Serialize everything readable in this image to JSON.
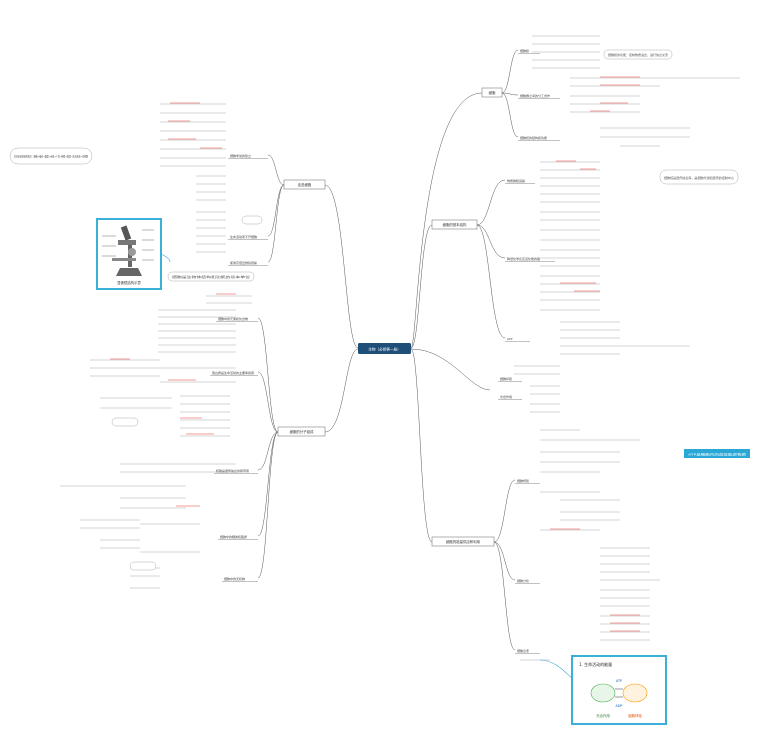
{
  "root": {
    "label": "生物（必修第一册）"
  },
  "branches": [
    {
      "key": "b1",
      "label": "走进细胞",
      "side": "left"
    },
    {
      "key": "b2",
      "label": "细胞的分子组成",
      "side": "left"
    },
    {
      "key": "b3",
      "label": "细胞的基本结构",
      "side": "right"
    },
    {
      "key": "b4",
      "label": "细胞的能量供应和利用",
      "side": "right"
    },
    {
      "key": "b5",
      "label": "细胞",
      "side": "right"
    }
  ],
  "left_sub": [
    {
      "key": "l1",
      "label": "细胞学说的建立"
    },
    {
      "key": "l2",
      "label": "生命活动离不开细胞"
    },
    {
      "key": "l3",
      "label": "使用高倍显微镜观察"
    },
    {
      "key": "l4",
      "label": "细胞中的元素和化合物"
    },
    {
      "key": "l5",
      "label": "蛋白质是生命活动的主要承担者"
    },
    {
      "key": "l6",
      "label": "核酸是遗传信息的携带者"
    },
    {
      "key": "l7",
      "label": "细胞中的糖类和脂质"
    },
    {
      "key": "l8",
      "label": "细胞中的无机物"
    }
  ],
  "right_sub": [
    {
      "key": "r1",
      "label": "细胞膜"
    },
    {
      "key": "r2",
      "label": "细胞器之间的分工合作"
    },
    {
      "key": "r3",
      "label": "细胞核的结构和功能"
    },
    {
      "key": "r4",
      "label": "物质跨膜运输"
    },
    {
      "key": "r5",
      "label": "降低化学反应活化能的酶"
    },
    {
      "key": "r6",
      "label": "ATP"
    },
    {
      "key": "r7",
      "label": "细胞呼吸"
    },
    {
      "key": "r8",
      "label": "光合作用"
    },
    {
      "key": "r9",
      "label": "细胞增殖"
    },
    {
      "key": "r10",
      "label": "细胞分化"
    },
    {
      "key": "r11",
      "label": "细胞衰老"
    }
  ],
  "notes": {
    "left_note": "生命系统的结构层次：细胞→组织→器官→系统→个体→种群→群落→生态系统→生物圈",
    "mid_note": "细胞是生物体结构和功能的基本单位",
    "right_note1": "细胞膜的功能：控制物质进出、进行信息交流",
    "right_note2": "细胞核是遗传信息库，是细胞代谢和遗传的控制中心",
    "right_badge": "ATP是细胞内的直接能源物质"
  },
  "microscope": {
    "caption": "显微镜结构示意"
  },
  "pathway": {
    "title": "1. 生命活动的能量",
    "labels": [
      "ATP",
      "ADP",
      "光合作用",
      "细胞呼吸"
    ]
  }
}
